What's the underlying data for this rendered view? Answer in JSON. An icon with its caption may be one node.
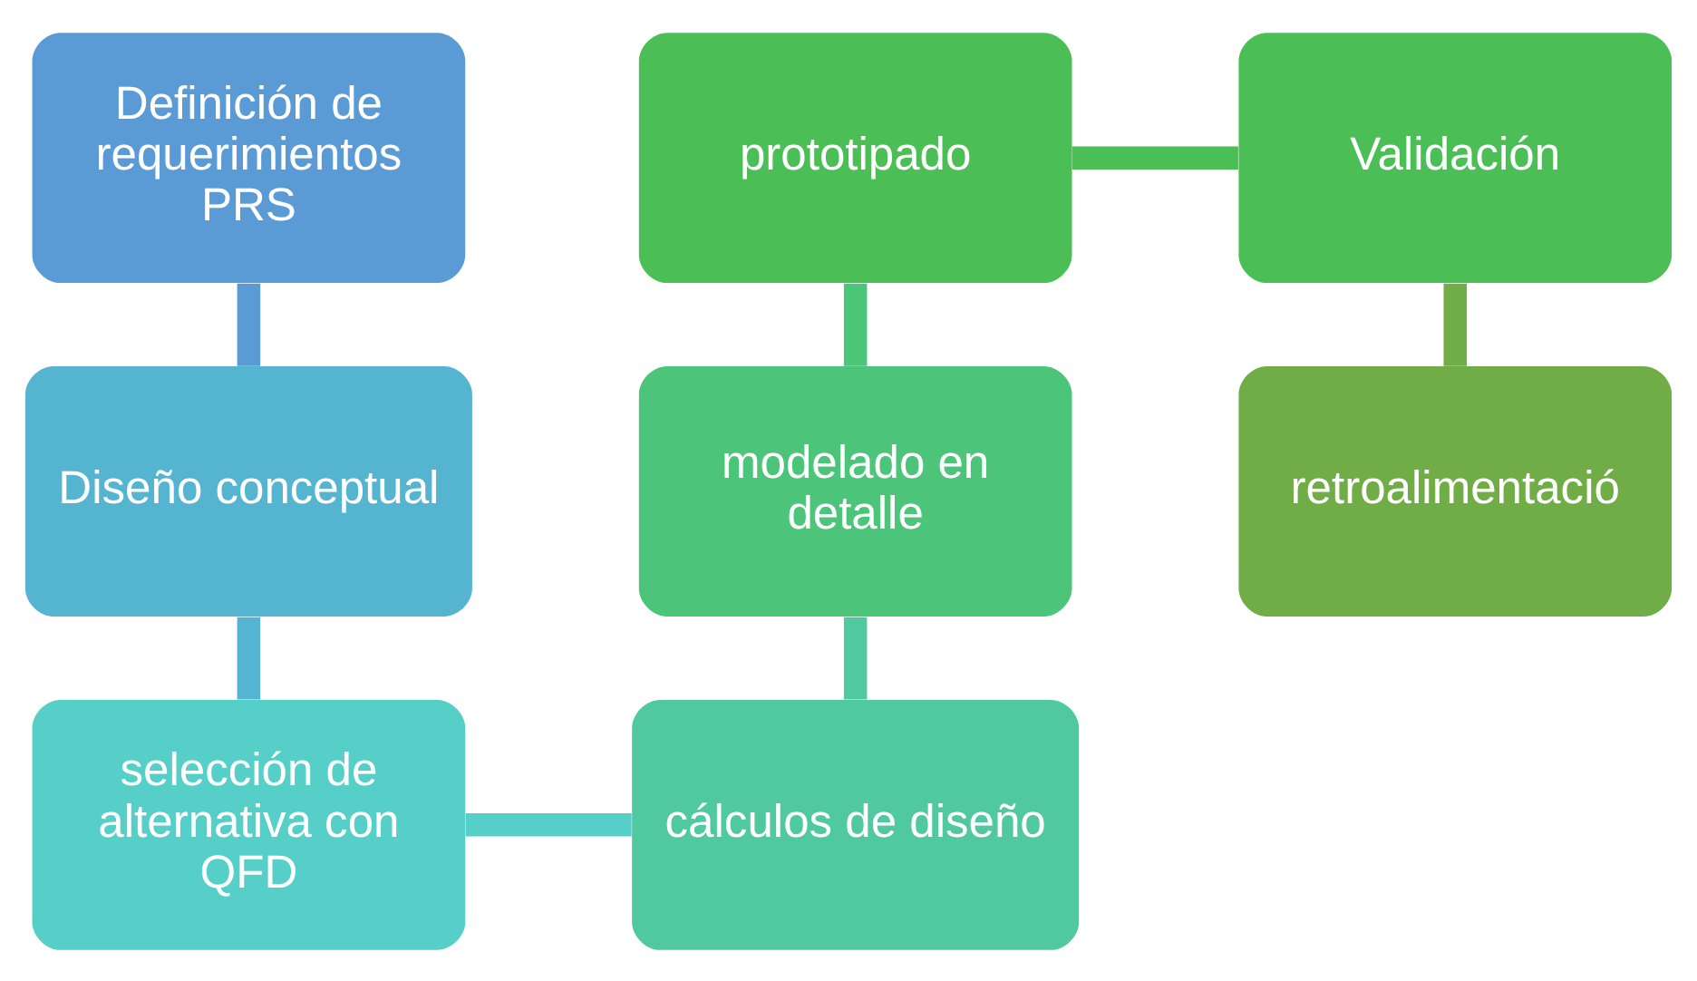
{
  "diagram": {
    "nodes": [
      {
        "text": [
          "Definición de requerimientos",
          "PRS"
        ]
      },
      {
        "text": [
          "Diseño conceptual"
        ]
      },
      {
        "text": [
          "selección de alternativa con QFD"
        ]
      },
      {
        "text": [
          "cálculos de diseño"
        ]
      },
      {
        "text": [
          "modelado en detalle"
        ]
      },
      {
        "text": [
          "prototipado"
        ]
      },
      {
        "text": [
          "Validación"
        ]
      },
      {
        "text": [
          "retroalimentació"
        ]
      }
    ],
    "edges": [
      {
        "from": 0,
        "to": 1,
        "arrow": "none",
        "color": "#5b9bd5"
      },
      {
        "from": 1,
        "to": 2,
        "arrow": "none",
        "color": "#55b4d0"
      },
      {
        "from": 2,
        "to": 3,
        "arrow": "none",
        "color": "#55cfc8"
      },
      {
        "from": 3,
        "to": 4,
        "arrow": "none",
        "color": "#50c8a0"
      },
      {
        "from": 4,
        "to": 5,
        "arrow": "none",
        "color": "#4cc57a"
      },
      {
        "from": 5,
        "to": 6,
        "arrow": "none",
        "color": "#4cbe56"
      },
      {
        "from": 6,
        "to": 7,
        "arrow": "none",
        "color": "#70ad47"
      }
    ]
  }
}
